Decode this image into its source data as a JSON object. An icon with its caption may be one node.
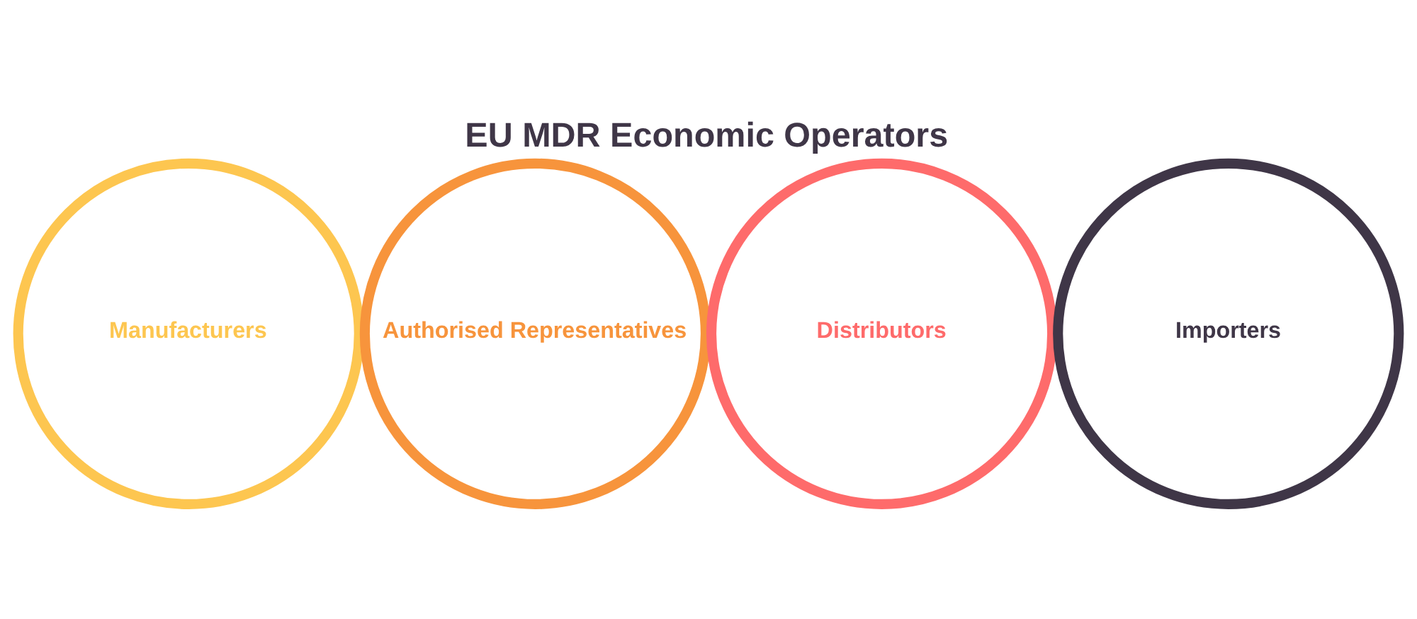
{
  "diagram": {
    "title": "EU MDR Economic Operators",
    "nodes": [
      {
        "text": [
          "Manufacturers"
        ]
      },
      {
        "text": [
          "Authorised Representatives"
        ]
      },
      {
        "text": [
          "Distributors"
        ]
      },
      {
        "text": [
          "Importers"
        ]
      }
    ]
  }
}
